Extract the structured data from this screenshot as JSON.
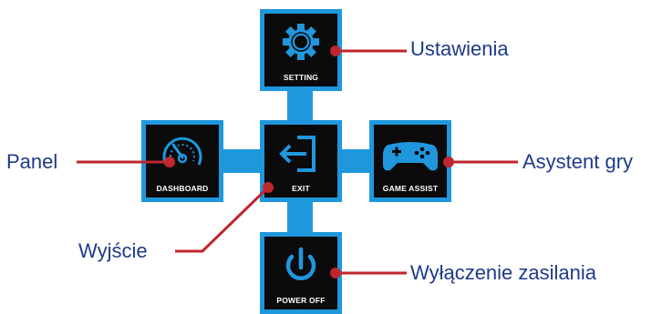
{
  "tiles": {
    "setting": {
      "label": "SETTING",
      "icon": "gear-icon"
    },
    "dashboard": {
      "label": "DASHBOARD",
      "icon": "speedometer-icon"
    },
    "exit": {
      "label": "EXIT",
      "icon": "exit-icon"
    },
    "game_assist": {
      "label": "GAME ASSIST",
      "icon": "gamepad-icon"
    },
    "power_off": {
      "label": "POWER OFF",
      "icon": "power-icon"
    }
  },
  "callouts": {
    "setting": "Ustawienia",
    "dashboard": "Panel",
    "game_assist": "Asystent gry",
    "exit": "Wyjście",
    "power_off": "Wyłączenie zasilania"
  },
  "colors": {
    "tile_border": "#1f97dd",
    "tile_background": "#0b0b0b",
    "callout_line": "#c0262d",
    "callout_text": "#1e3a8a"
  }
}
